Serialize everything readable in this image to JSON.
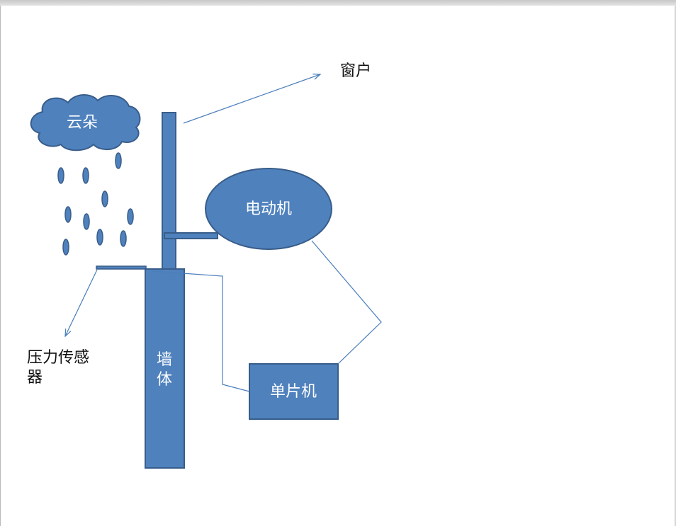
{
  "diagram": {
    "cloud_label": "云朵",
    "window_label": "窗户",
    "motor_label": "电动机",
    "wall_label_line1": "墙",
    "wall_label_line2": "体",
    "mcu_label": "单片机",
    "sensor_label_line1": "压力传感",
    "sensor_label_line2": "器"
  },
  "colors": {
    "shape_fill": "#4f81bd",
    "shape_stroke": "#385d8a",
    "line": "#4a7ebb",
    "text_dark": "#111111",
    "text_light": "#ffffff"
  }
}
